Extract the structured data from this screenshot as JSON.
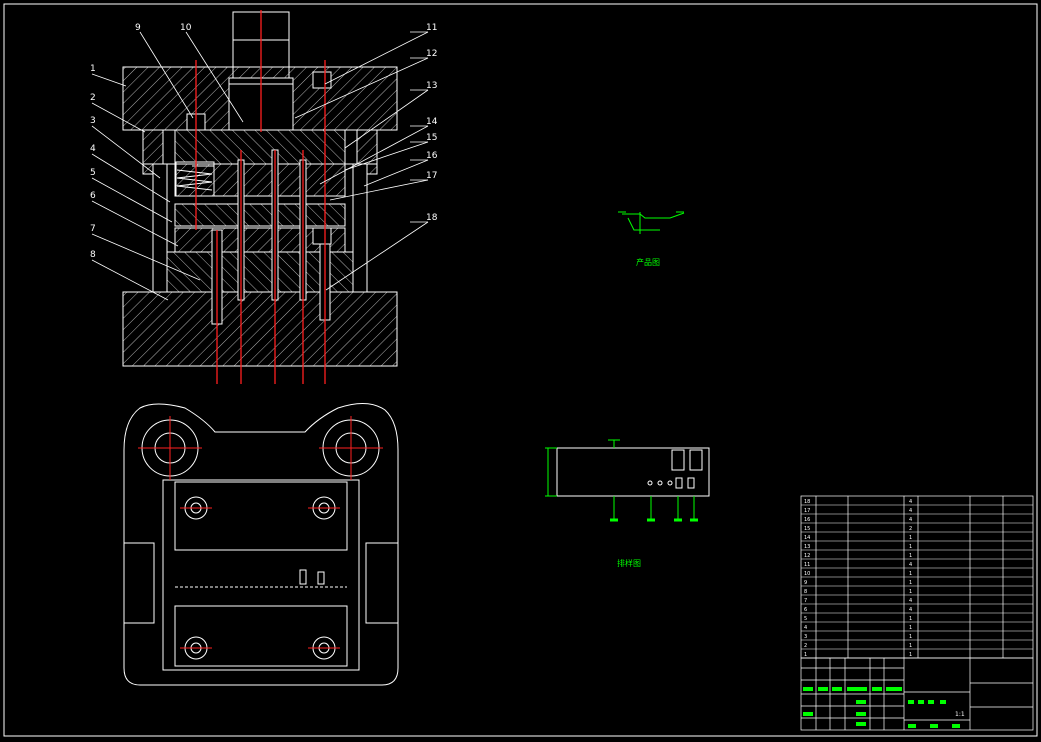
{
  "colors": {
    "background": "#000000",
    "outline": "#ffffff",
    "centerline": "#ff2020",
    "dimension": "#00ff00"
  },
  "callouts": [
    "1",
    "2",
    "3",
    "4",
    "5",
    "6",
    "7",
    "8",
    "9",
    "10",
    "11",
    "12",
    "13",
    "14",
    "15",
    "16",
    "17",
    "18"
  ],
  "captions": {
    "product": "产品图",
    "layout": "排样图"
  },
  "bom": {
    "rows": [
      {
        "no": "18",
        "qty": "4"
      },
      {
        "no": "17",
        "qty": "4"
      },
      {
        "no": "16",
        "qty": "4"
      },
      {
        "no": "15",
        "qty": "2"
      },
      {
        "no": "14",
        "qty": "1"
      },
      {
        "no": "13",
        "qty": "1"
      },
      {
        "no": "12",
        "qty": "1"
      },
      {
        "no": "11",
        "qty": "4"
      },
      {
        "no": "10",
        "qty": "1"
      },
      {
        "no": "9",
        "qty": "1"
      },
      {
        "no": "8",
        "qty": "1"
      },
      {
        "no": "7",
        "qty": "4"
      },
      {
        "no": "6",
        "qty": "4"
      },
      {
        "no": "5",
        "qty": "1"
      },
      {
        "no": "4",
        "qty": "1"
      },
      {
        "no": "3",
        "qty": "1"
      },
      {
        "no": "2",
        "qty": "1"
      },
      {
        "no": "1",
        "qty": "1"
      }
    ]
  },
  "title_block": {
    "sheet_info": "1:1"
  }
}
